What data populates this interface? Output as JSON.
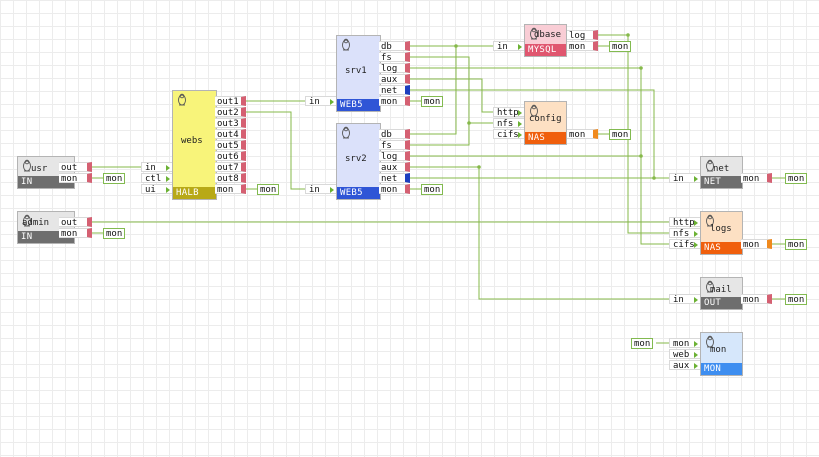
{
  "colors": {
    "wire": "#86b94a",
    "mon_term_border": "#82ba50",
    "out_port_marker": "#d56072",
    "nas_port_marker": "#f08a1e"
  },
  "nodes": {
    "usr": {
      "label": "usr",
      "badge": "IN",
      "badge_color": "#6e6e6e",
      "fill": "#e6e6e6",
      "icon": "tux-icon",
      "outputs": [
        "out",
        "mon"
      ]
    },
    "admin": {
      "label": "admin",
      "badge": "IN",
      "badge_color": "#6e6e6e",
      "fill": "#e6e6e6",
      "icon": "tux-icon",
      "outputs": [
        "out",
        "mon"
      ]
    },
    "webs": {
      "label": "webs",
      "badge": "HALB",
      "badge_color": "#b8a917",
      "fill": "#f8f47a",
      "icon": "tux-icon",
      "inputs": [
        "in",
        "ctl",
        "ui"
      ],
      "outputs": [
        "out1",
        "out2",
        "out3",
        "out4",
        "out5",
        "out6",
        "out7",
        "out8",
        "mon"
      ]
    },
    "srv1": {
      "label": "srv1",
      "badge": "WEB5",
      "badge_color": "#2f55d6",
      "fill": "#dbe1fa",
      "icon": "tux-icon",
      "inputs": [
        "in"
      ],
      "outputs": [
        "db",
        "fs",
        "log",
        "aux",
        "net",
        "mon"
      ]
    },
    "srv2": {
      "label": "srv2",
      "badge": "WEB5",
      "badge_color": "#2f55d6",
      "fill": "#dbe1fa",
      "icon": "tux-icon",
      "inputs": [
        "in"
      ],
      "outputs": [
        "db",
        "fs",
        "log",
        "aux",
        "net",
        "mon"
      ]
    },
    "dbase": {
      "label": "dbase",
      "badge": "MYSQL",
      "badge_color": "#e0566f",
      "fill": "#f9cdd5",
      "icon": "tux-icon",
      "inputs": [
        "in"
      ],
      "outputs": [
        "log",
        "mon"
      ]
    },
    "config": {
      "label": "config",
      "badge": "NAS",
      "badge_color": "#f05f0d",
      "fill": "#fde0c3",
      "icon": "tux-icon",
      "inputs": [
        "http",
        "nfs",
        "cifs"
      ],
      "outputs": [
        "mon"
      ]
    },
    "net": {
      "label": "net",
      "badge": "NET",
      "badge_color": "#6e6e6e",
      "fill": "#e6e6e6",
      "icon": "tux-icon",
      "inputs": [
        "in"
      ],
      "outputs": [
        "mon"
      ]
    },
    "logs": {
      "label": "logs",
      "badge": "NAS",
      "badge_color": "#f05f0d",
      "fill": "#fde0c3",
      "icon": "tux-icon",
      "inputs": [
        "http",
        "nfs",
        "cifs"
      ],
      "outputs": [
        "mon"
      ]
    },
    "mail": {
      "label": "mail",
      "badge": "OUT",
      "badge_color": "#6e6e6e",
      "fill": "#e6e6e6",
      "icon": "tux-icon",
      "inputs": [
        "in"
      ],
      "outputs": [
        "mon"
      ]
    },
    "mon": {
      "label": "mon",
      "badge": "MON",
      "badge_color": "#3e8ef0",
      "fill": "#d6e7fb",
      "icon": "tux-icon",
      "inputs": [
        "mon",
        "web",
        "aux"
      ]
    }
  },
  "terminals": {
    "mon_label": "mon"
  }
}
